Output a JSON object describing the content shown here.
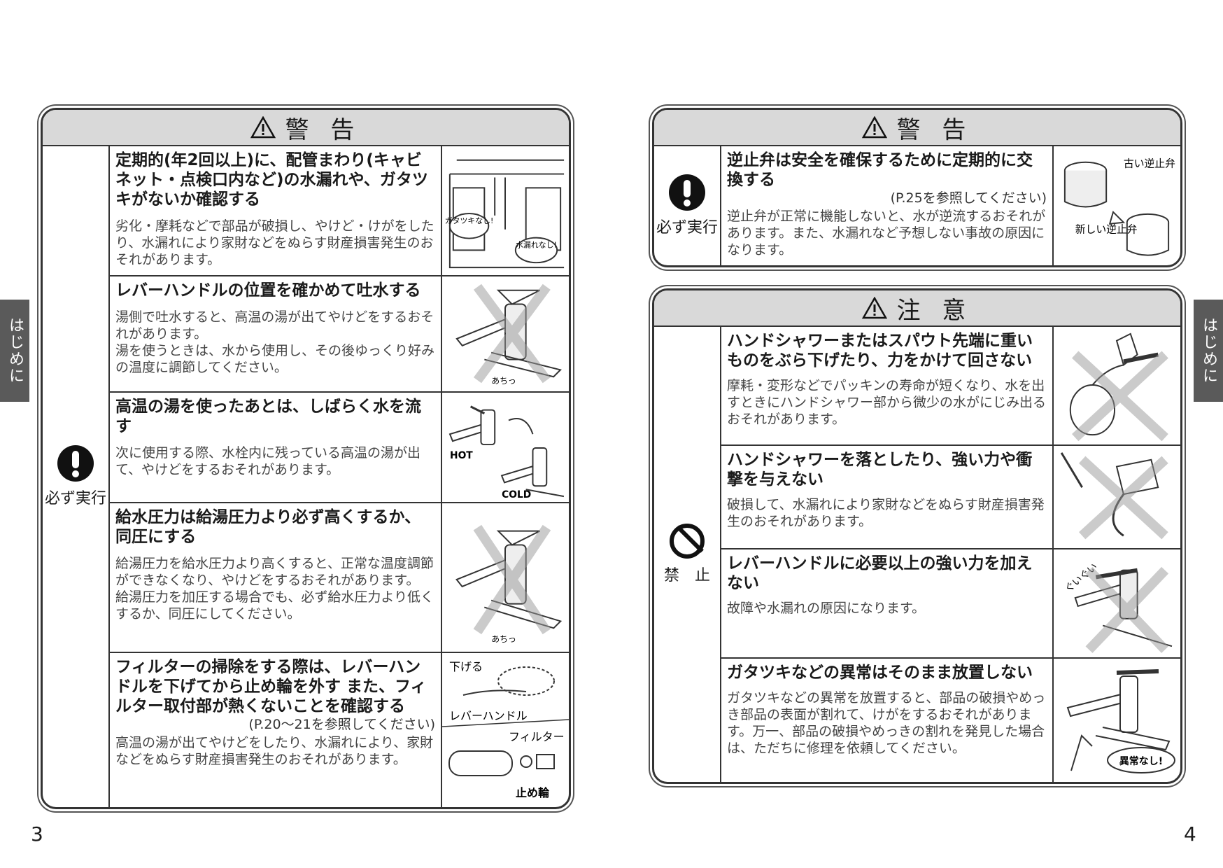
{
  "side_tab": "はじめに",
  "page_numbers": {
    "left": "3",
    "right": "4"
  },
  "left_panel": {
    "header": "警 告",
    "marker_label": "必ず実行",
    "rows": [
      {
        "heading": "定期的(年2回以上)に、配管まわり(キャビネット・点検口内など)の水漏れや、ガタツキがないか確認する",
        "desc": [
          "劣化・摩耗などで部品が破損し、やけど・けがをしたり、水漏れにより家財などをぬらす財産損害発生のおそれがあります。"
        ],
        "illustration_text": [
          "ガタツキなし!",
          "水漏れなし!"
        ]
      },
      {
        "heading": "レバーハンドルの位置を確かめて吐水する",
        "desc": [
          "湯側で吐水すると、高温の湯が出てやけどをするおそれがあります。",
          "湯を使うときは、水から使用し、その後ゆっくり好みの温度に調節してください。"
        ],
        "illustration_text": [
          "あちっ"
        ]
      },
      {
        "heading": "高温の湯を使ったあとは、しばらく水を流す",
        "desc": [
          "次に使用する際、水栓内に残っている高温の湯が出て、やけどをするおそれがあります。"
        ],
        "illustration_text": [
          "HOT",
          "COLD"
        ]
      },
      {
        "heading": "給水圧力は給湯圧力より必ず高くするか、同圧にする",
        "desc": [
          "給湯圧力を給水圧力より高くすると、正常な温度調節ができなくなり、やけどをするおそれがあります。",
          "給湯圧力を加圧する場合でも、必ず給水圧力より低くするか、同圧にしてください。"
        ],
        "illustration_text": [
          "あちっ"
        ]
      },
      {
        "heading": "フィルターの掃除をする際は、レバーハンドルを下げてから止め輪を外す また、フィルター取付部が熱くないことを確認する",
        "ref": "(P.20〜21を参照してください)",
        "desc": [
          "高温の湯が出てやけどをしたり、水漏れにより、家財などをぬらす財産損害発生のおそれがあります。"
        ],
        "illustration_text": [
          "下げる",
          "レバーハンドル",
          "フィルター",
          "止め輪"
        ]
      }
    ]
  },
  "right_top_panel": {
    "header": "警 告",
    "marker_label": "必ず実行",
    "rows": [
      {
        "heading": "逆止弁は安全を確保するために定期的に交換する",
        "ref": "(P.25を参照してください)",
        "desc": [
          "逆止弁が正常に機能しないと、水が逆流するおそれがあります。また、水漏れなど予想しない事故の原因になります。"
        ],
        "illustration_text": [
          "古い逆止弁",
          "新しい逆止弁"
        ]
      }
    ]
  },
  "right_bottom_panel": {
    "header": "注 意",
    "marker_label": "禁　止",
    "rows": [
      {
        "heading": "ハンドシャワーまたはスパウト先端に重いものをぶら下げたり、力をかけて回さない",
        "desc": [
          "摩耗・変形などでパッキンの寿命が短くなり、水を出すときにハンドシャワー部から微少の水がにじみ出るおそれがあります。"
        ]
      },
      {
        "heading": "ハンドシャワーを落としたり、強い力や衝撃を与えない",
        "desc": [
          "破損して、水漏れにより家財などをぬらす財産損害発生のおそれがあります。"
        ]
      },
      {
        "heading": "レバーハンドルに必要以上の強い力を加えない",
        "desc": [
          "故障や水漏れの原因になります。"
        ],
        "illustration_text": [
          "ぐいぐい"
        ]
      },
      {
        "heading": "ガタツキなどの異常はそのまま放置しない",
        "desc": [
          "ガタツキなどの異常を放置すると、部品の破損やめっき部品の表面が割れて、けがをするおそれがあります。万一、部品の破損やめっきの割れを発見した場合は、ただちに修理を依頼してください。"
        ],
        "illustration_text": [
          "異常なし!"
        ]
      }
    ]
  }
}
